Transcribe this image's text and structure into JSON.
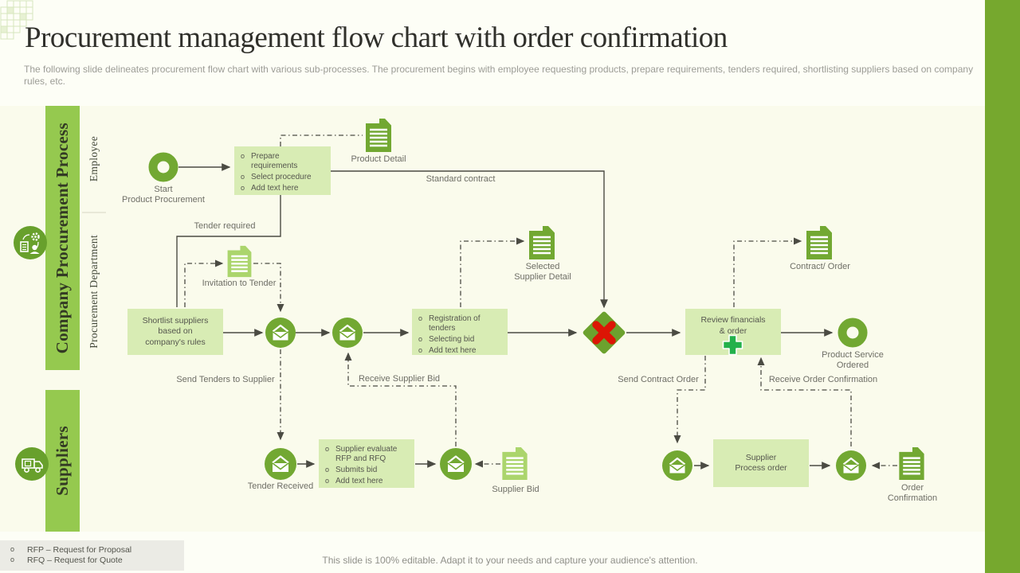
{
  "slide": {
    "title": "Procurement management flow chart with order confirmation",
    "subtitle": "The following slide delineates procurement flow chart with various sub-processes. The procurement begins with employee requesting products, prepare requirements, tenders required, shortlisting suppliers based on company rules, etc.",
    "footer_note": "This slide is 100% editable. Adapt it to your needs and capture your audience's attention."
  },
  "ui": {
    "bullet": "o"
  },
  "legend": {
    "items": [
      "RFP – Request for Proposal",
      "RFQ – Request for Quote"
    ]
  },
  "lanes": {
    "company": {
      "label": "Company Procurement Process",
      "sublanes": [
        {
          "label": "Employee"
        },
        {
          "label": "Procurement Department"
        }
      ]
    },
    "suppliers": {
      "label": "Suppliers"
    }
  },
  "nodes": {
    "start": {
      "label": "Start\nProduct Procurement"
    },
    "prepare_box": {
      "items": [
        "Prepare requirements",
        "Select procedure",
        "Add text here"
      ]
    },
    "product_detail": {
      "label": "Product Detail"
    },
    "invitation_to_tender": {
      "label": "Invitation to Tender"
    },
    "shortlist_box": {
      "label": "Shortlist suppliers\nbased on\ncompany's rules"
    },
    "registration_box": {
      "items": [
        "Registration of tenders",
        "Selecting bid",
        "Add text here"
      ]
    },
    "selected_supplier": {
      "label": "Selected\nSupplier Detail"
    },
    "review_box": {
      "label": "Review financials\n& order"
    },
    "contract_order": {
      "label": "Contract/ Order"
    },
    "product_service": {
      "label": "Product Service\nOrdered"
    },
    "tender_received": {
      "label": "Tender Received"
    },
    "supplier_evaluate_box": {
      "items": [
        "Supplier evaluate RFP and RFQ",
        "Submits bid",
        "Add text here"
      ]
    },
    "supplier_bid": {
      "label": "Supplier Bid"
    },
    "supplier_process_box": {
      "label": "Supplier\nProcess order"
    },
    "order_confirmation": {
      "label": "Order\nConfirmation"
    }
  },
  "connectors": {
    "tender_required": "Tender required",
    "standard_contract": "Standard contract",
    "send_tenders": "Send Tenders to Supplier",
    "receive_supplier_bid": "Receive Supplier Bid",
    "send_contract_order": "Send Contract Order",
    "receive_order_confirmation": "Receive Order Confirmation"
  },
  "colors": {
    "lane_band": "#95C94F",
    "accent_dark_green": "#72A832",
    "box_fill": "#D8ECB4",
    "doc_light_green": "#ABD56C",
    "right_bar": "#76A82E",
    "cross_red": "#DC1505",
    "plus_green": "#23B14B"
  }
}
